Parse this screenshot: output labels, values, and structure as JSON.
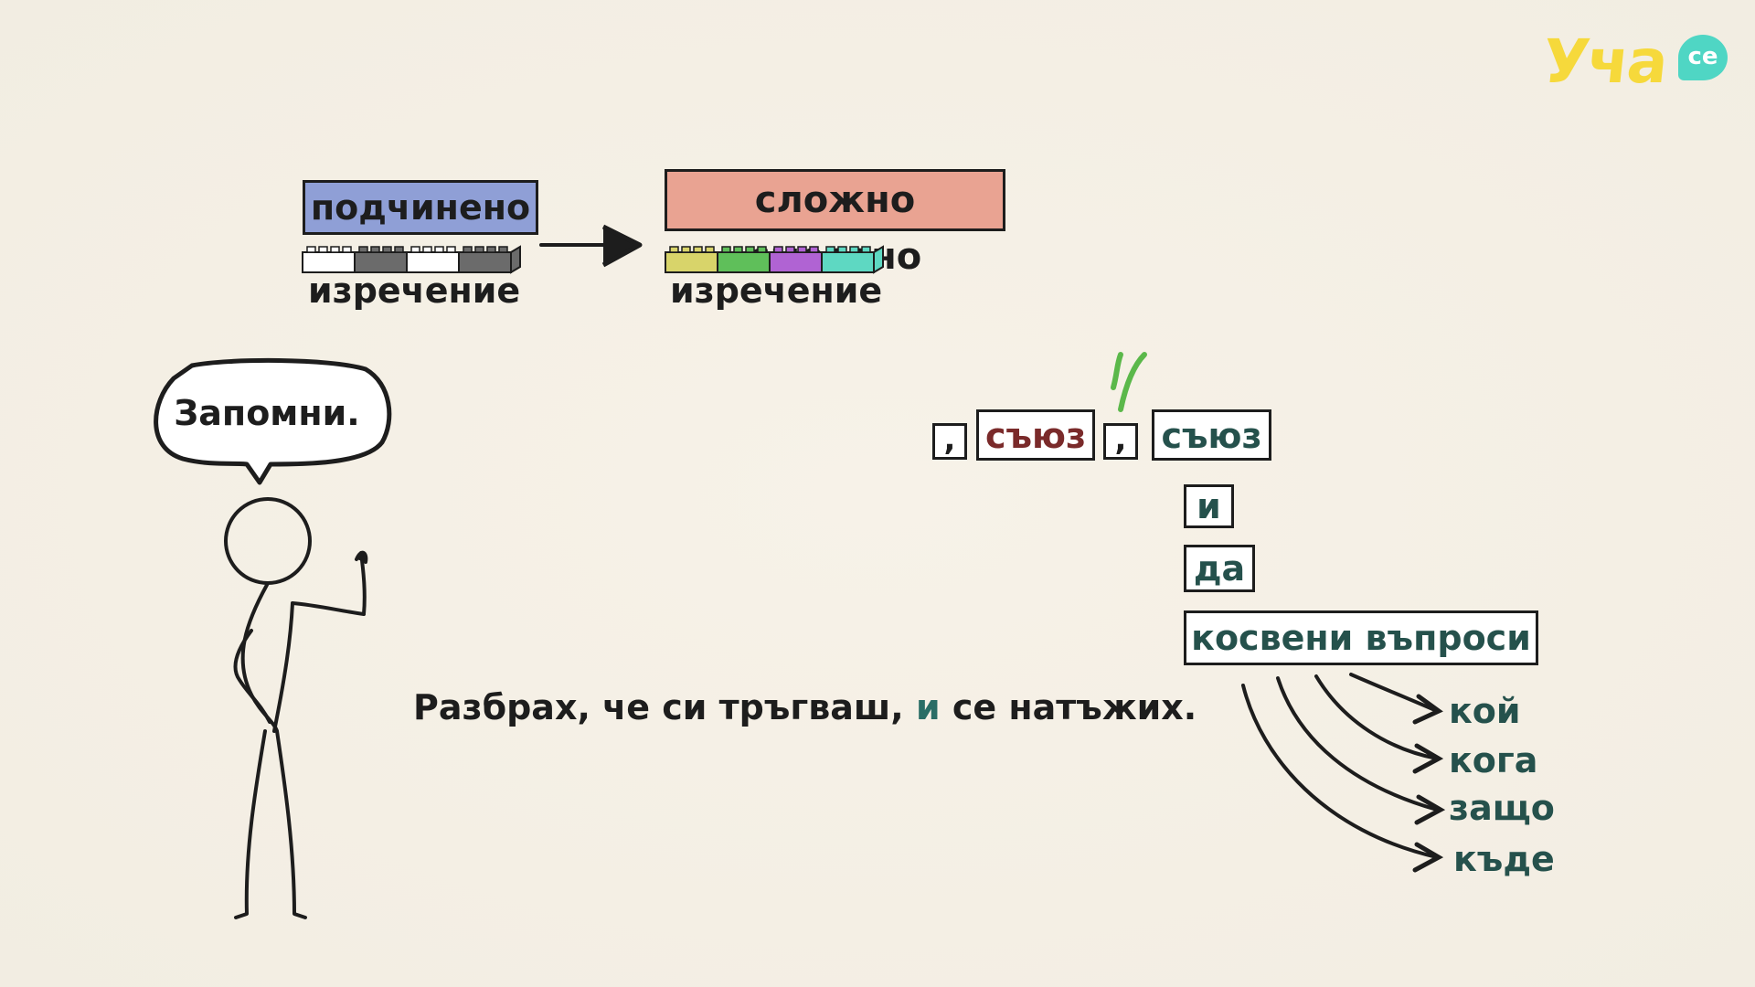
{
  "logo": {
    "main": "Уча",
    "badge": "се"
  },
  "diagram": {
    "left_label": "подчинено",
    "left_sub": "изречение",
    "right_label": "сложно смесено",
    "right_sub": "изречение",
    "left_bricks": [
      "#ffffff",
      "#6b6b6b",
      "#ffffff",
      "#6b6b6b"
    ],
    "right_bricks": [
      "#d8d46a",
      "#5fbf5a",
      "#b063d3",
      "#5ed8c2"
    ]
  },
  "bubble": {
    "text": "Запомни."
  },
  "sentence": {
    "before": "Разбрах, че си тръгваш, ",
    "highlight": "и",
    "after": " се натъжих."
  },
  "tokens": {
    "comma_1": ",",
    "conj_1": "съюз",
    "comma_2": ",",
    "conj_2": "съюз",
    "i": "и",
    "da": "да",
    "indirect": "косвени въпроси"
  },
  "questions": [
    "кой",
    "кога",
    "защо",
    "къде"
  ],
  "colors": {
    "check": "#5bb84a",
    "accent_teal": "#25514c",
    "accent_red": "#7a2a2a"
  }
}
